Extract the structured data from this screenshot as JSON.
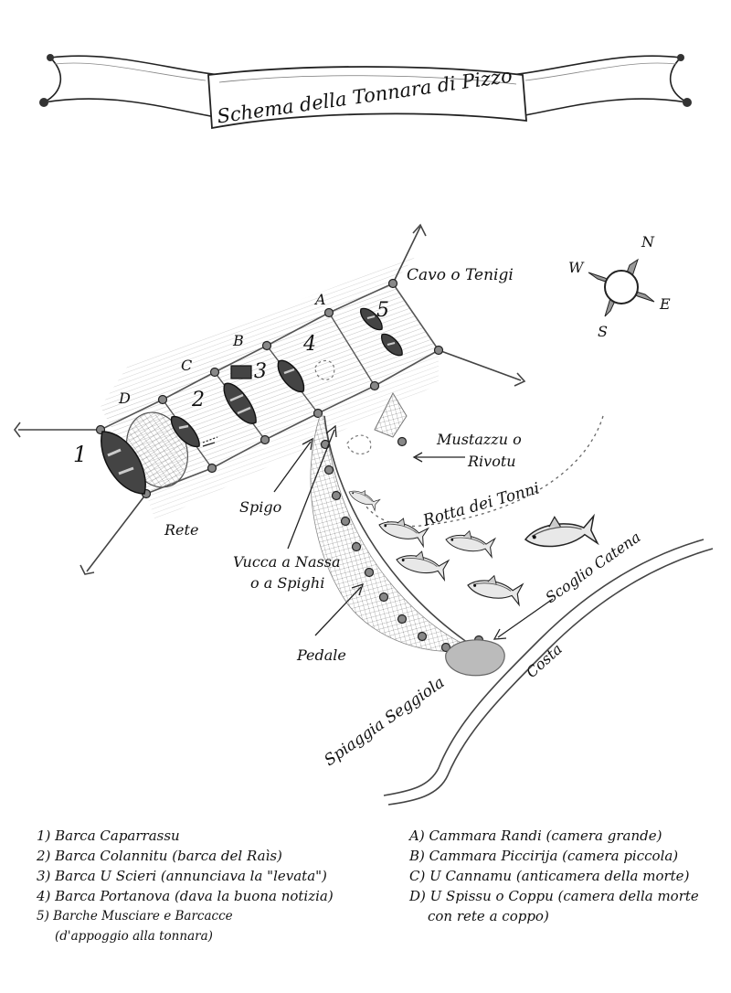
{
  "title": "Schema della Tonnara di Pizzo",
  "compass": {
    "n": "N",
    "e": "E",
    "s": "S",
    "w": "W"
  },
  "chamber_letters": {
    "a": "A",
    "b": "B",
    "c": "C",
    "d": "D"
  },
  "boat_numbers": {
    "b1": "1",
    "b2": "2",
    "b3": "3",
    "b4": "4",
    "b5": "5"
  },
  "labels": {
    "cavo": "Cavo o Tenigi",
    "mustazzu_1": "Mustazzu o",
    "mustazzu_2": "Rivotu",
    "rotta": "Rotta dei Tonni",
    "scoglio": "Scoglio Catena",
    "costa": "Costa",
    "spiaggia": "Spiaggia Seggiola",
    "spigo": "Spigo",
    "rete": "Rete",
    "vucca_1": "Vucca a Nassa",
    "vucca_2": "o a Spighi",
    "pedale": "Pedale"
  },
  "legend_left": [
    "1) Barca Caparrassu",
    "2) Barca Colannitu (barca del Raìs)",
    "3) Barca U Scieri (annunciava la \"levata\")",
    "4) Barca Portanova (dava la buona notizia)",
    "5) Barche Musciare e Barcacce",
    "(d'appoggio alla tonnara)"
  ],
  "legend_right": [
    "A) Cammara Randi (camera grande)",
    "B) Cammara Piccirija (camera piccola)",
    "C) U Cannamu (anticamera della morte)",
    "D) U Spissu o Coppu (camera della morte",
    "con rete a coppo)"
  ]
}
